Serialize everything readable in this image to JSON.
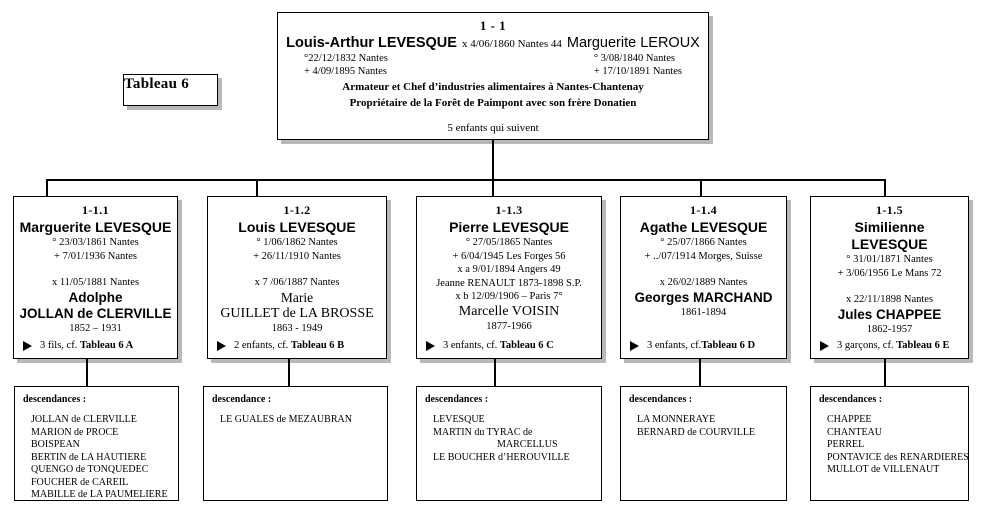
{
  "chart_title": "Tableau 6",
  "tableau_tag": {
    "label": "Tableau 6"
  },
  "root": {
    "id": "1 - 1",
    "husband_name": "Louis-Arthur LEVESQUE",
    "marriage": "x 4/06/1860 Nantes 44",
    "wife_name": "Marguerite LEROUX",
    "husband_birth": "°22/12/1832 Nantes",
    "husband_death": "+ 4/09/1895 Nantes",
    "wife_birth": "° 3/08/1840 Nantes",
    "wife_death": "+ 17/10/1891 Nantes",
    "note_line1": "Armateur et Chef d’industries alimentaires à Nantes-Chantenay",
    "note_line2": "Propriétaire de la Forêt de Paimpont avec son frère Donatien",
    "children_note": "5 enfants qui suivent"
  },
  "children": [
    {
      "id": "1-1.1",
      "name": "Marguerite LEVESQUE",
      "birth": "° 23/03/1861 Nantes",
      "death": "+ 7/01/1936  Nantes",
      "marriage": "x 11/05/1881 Nantes",
      "spouse_given": "Adolphe",
      "spouse_surname": "JOLLAN de CLERVILLE",
      "spouse_dates": "1852 – 1931",
      "footer_prefix": "3 fils, cf. ",
      "footer_ref": "Tableau 6 A",
      "spouse_style": "sans"
    },
    {
      "id": "1-1.2",
      "name": "Louis LEVESQUE",
      "birth": "° 1/06/1862 Nantes",
      "death": "+ 26/11/1910 Nantes",
      "marriage": "x 7 /06/1887 Nantes",
      "spouse_given": "Marie",
      "spouse_surname": "GUILLET de LA BROSSE",
      "spouse_dates": "1863 - 1949",
      "footer_prefix": "2 enfants, cf. ",
      "footer_ref": "Tableau 6 B",
      "spouse_style": "serif"
    },
    {
      "id": "1-1.3",
      "name": "Pierre LEVESQUE",
      "birth": "° 27/05/1865 Nantes",
      "death": "+ 6/04/1945 Les Forges 56",
      "marriage_a": "x a 9/01/1894 Angers 49",
      "spouse_a": "Jeanne RENAULT 1873-1898 S.P.",
      "marriage_b": "x b 12/09/1906 – Paris 7°",
      "spouse_given": "Marcelle VOISIN",
      "spouse_dates": "1877-1966",
      "footer_prefix": "3 enfants, cf. ",
      "footer_ref": "Tableau 6 C",
      "spouse_style": "serif"
    },
    {
      "id": "1-1.4",
      "name": "Agathe LEVESQUE",
      "birth": "° 25/07/1866 Nantes",
      "death": "+ ../07/1914 Morges, Suisse",
      "marriage": "x 26/02/1889 Nantes",
      "spouse_given": "",
      "spouse_surname": "Georges MARCHAND",
      "spouse_dates": "1861-1894",
      "footer_prefix": "3 enfants, cf.",
      "footer_ref": "Tableau 6 D",
      "spouse_style": "sans"
    },
    {
      "id": "1-1.5",
      "name": "Similienne LEVESQUE",
      "birth": "° 31/01/1871 Nantes",
      "death": "+ 3/06/1956 Le Mans 72",
      "marriage": "x 22/11/1898 Nantes",
      "spouse_given": "",
      "spouse_surname": "Jules CHAPPEE",
      "spouse_dates": "1862-1957",
      "footer_prefix": "3 garçons, cf. ",
      "footer_ref": "Tableau 6 E",
      "spouse_style": "sans"
    }
  ],
  "descendances": [
    {
      "title": "descendances :",
      "items": [
        {
          "text": "JOLLAN de  CLERVILLE",
          "indent": false
        },
        {
          "text": "MARION de PROCE",
          "indent": false
        },
        {
          "text": "BOISPEAN",
          "indent": false
        },
        {
          "text": "BERTIN de LA HAUTIERE",
          "indent": false
        },
        {
          "text": "QUENGO de TONQUEDEC",
          "indent": false
        },
        {
          "text": "FOUCHER de CAREIL",
          "indent": false
        },
        {
          "text": "MABILLE de LA PAUMELIERE",
          "indent": false
        }
      ]
    },
    {
      "title": "descendance :",
      "items": [
        {
          "text": "LE GUALES de MEZAUBRAN",
          "indent": false
        }
      ]
    },
    {
      "title": "descendances :",
      "items": [
        {
          "text": "LEVESQUE",
          "indent": false
        },
        {
          "text": "MARTIN du TYRAC de",
          "indent": false
        },
        {
          "text": "MARCELLUS",
          "indent": true
        },
        {
          "text": "LE BOUCHER d’HEROUVILLE",
          "indent": false
        }
      ]
    },
    {
      "title": "descendances :",
      "items": [
        {
          "text": "LA MONNERAYE",
          "indent": false
        },
        {
          "text": "BERNARD de COURVILLE",
          "indent": false
        }
      ]
    },
    {
      "title": "descendances :",
      "items": [
        {
          "text": "CHAPPEE",
          "indent": false
        },
        {
          "text": "CHANTEAU",
          "indent": false
        },
        {
          "text": "PERREL",
          "indent": false
        },
        {
          "text": "PONTAVICE des RENARDIERES",
          "indent": false
        },
        {
          "text": "MULLOT de VILLENAUT",
          "indent": false
        }
      ]
    }
  ],
  "colors": {
    "background": "#ffffff",
    "line": "#000000",
    "shadow": "#b9b9b9",
    "text": "#000000"
  }
}
